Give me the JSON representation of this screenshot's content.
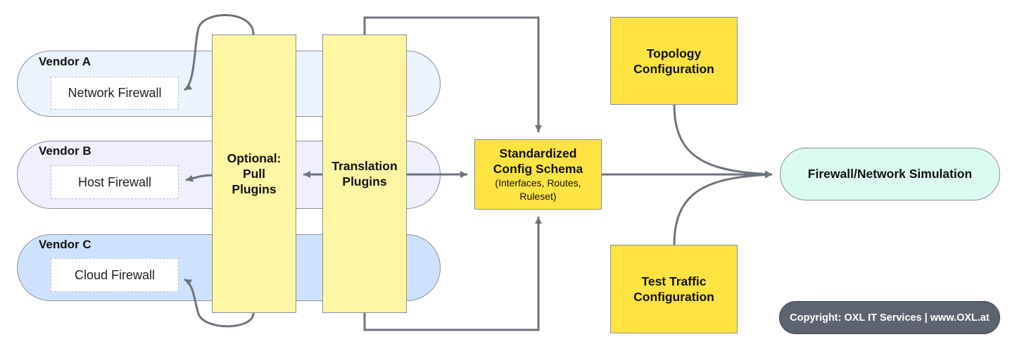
{
  "vendors": [
    {
      "label": "Vendor A",
      "firewall": "Network Firewall"
    },
    {
      "label": "Vendor B",
      "firewall": "Host Firewall"
    },
    {
      "label": "Vendor C",
      "firewall": "Cloud Firewall"
    }
  ],
  "plugins": {
    "pull": {
      "line1": "Optional:",
      "line2": "Pull",
      "line3": "Plugins"
    },
    "translation": {
      "line1": "Translation",
      "line2": "Plugins"
    }
  },
  "schema": {
    "line1": "Standardized",
    "line2": "Config Schema",
    "line3": "(Interfaces, Routes,",
    "line4": "Ruleset)"
  },
  "topology": {
    "line1": "Topology",
    "line2": "Configuration"
  },
  "test_traffic": {
    "line1": "Test Traffic",
    "line2": "Configuration"
  },
  "simulation": {
    "label": "Firewall/Network Simulation"
  },
  "copyright": {
    "text": "Copyright: OXL IT Services | www.OXL.at"
  },
  "colors": {
    "connector": "#6e737c",
    "plugin_fill": "#fff6a3",
    "schema_fill": "#ffe342",
    "simulation_fill": "#dbfaf2"
  }
}
